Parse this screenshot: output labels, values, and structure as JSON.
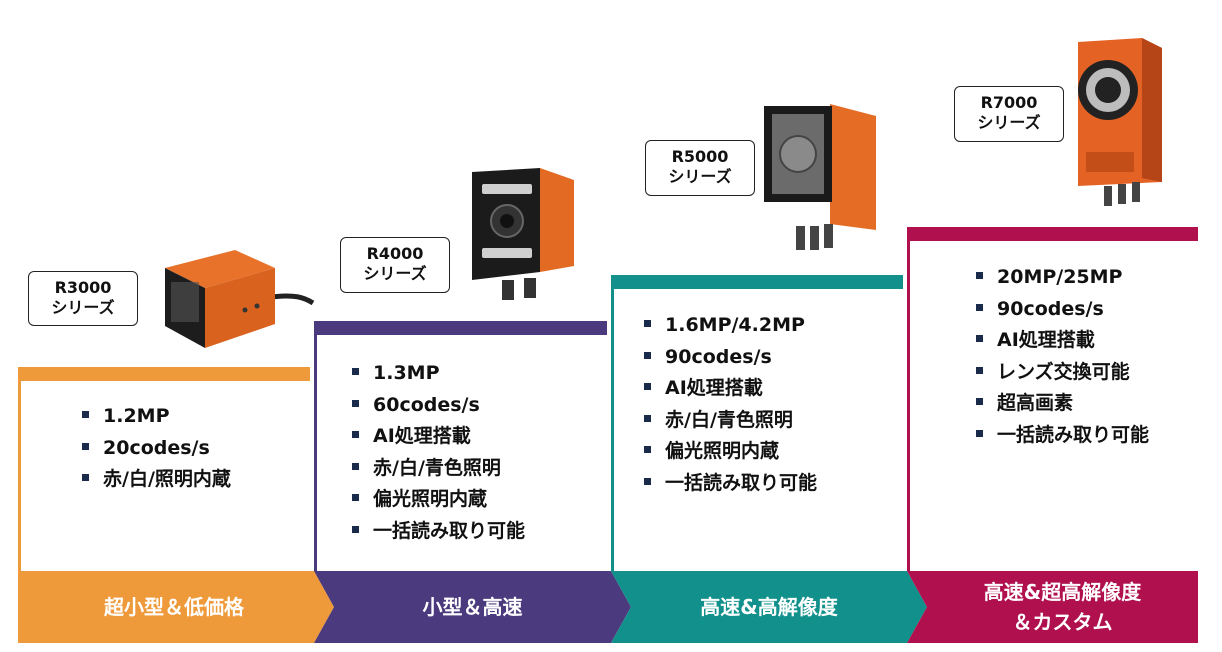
{
  "tiers": [
    {
      "series": [
        "R3000",
        "シリーズ"
      ],
      "features": [
        "1.2MP",
        "20codes/s",
        "赤/白/照明内蔵"
      ],
      "tagline": [
        "超小型＆低価格"
      ],
      "color": "#ef9a3a"
    },
    {
      "series": [
        "R4000",
        "シリーズ"
      ],
      "features": [
        "1.3MP",
        "60codes/s",
        "AI処理搭載",
        "赤/白/青色照明",
        "偏光照明内蔵",
        "一括読み取り可能"
      ],
      "tagline": [
        "小型＆高速"
      ],
      "color": "#4b3a7e"
    },
    {
      "series": [
        "R5000",
        "シリーズ"
      ],
      "features": [
        "1.6MP/4.2MP",
        "90codes/s",
        "AI処理搭載",
        "赤/白/青色照明",
        "偏光照明内蔵",
        "一括読み取り可能"
      ],
      "tagline": [
        "高速&高解像度"
      ],
      "color": "#12908b"
    },
    {
      "series": [
        "R7000",
        "シリーズ"
      ],
      "features": [
        "20MP/25MP",
        "90codes/s",
        "AI処理搭載",
        "レンズ交換可能",
        "超高画素",
        "一括読み取り可能"
      ],
      "tagline": [
        "高速&超高解像度",
        "＆カスタム"
      ],
      "color": "#b0104e"
    }
  ]
}
